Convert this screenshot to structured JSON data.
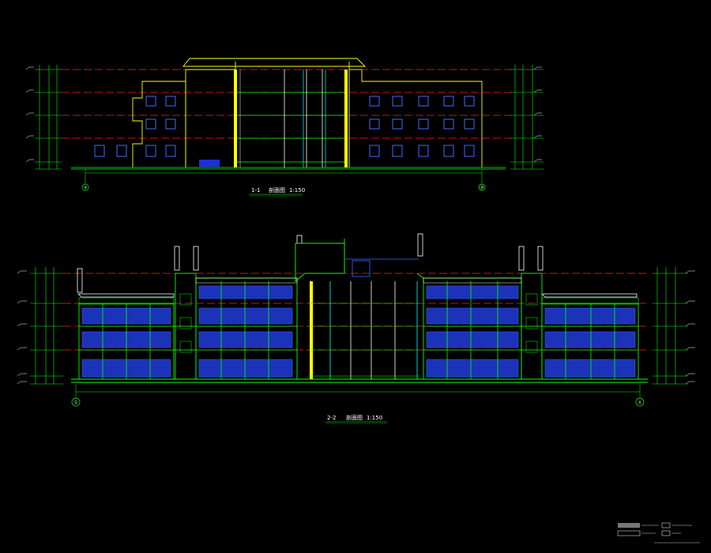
{
  "sections": {
    "s1": {
      "number": "1-1",
      "name": "剖面图",
      "scale": "1:150",
      "axis_left": "③",
      "axis_right": "⑳"
    },
    "s2": {
      "number": "2-2",
      "name": "剖面图",
      "scale": "1:150",
      "axis_left": "⑫",
      "axis_right": "①"
    }
  },
  "colors": {
    "background": "#000000",
    "outline": "#ffff00",
    "wall": "#00ff00",
    "window": "#3f6bff",
    "datum": "#ff0000",
    "dimension": "#00ffff",
    "text": "#ffffff"
  },
  "icons": [
    "axis-bubble-icon",
    "level-marker-icon",
    "legend-swatch-icon"
  ]
}
